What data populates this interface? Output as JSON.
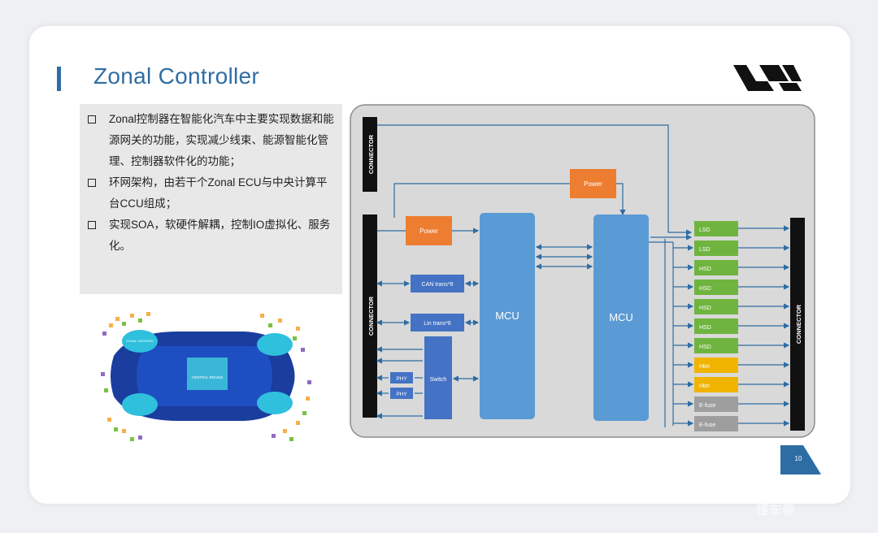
{
  "slide": {
    "title": "Zonal Controller",
    "page_number": "10",
    "watermark": "懂车帝"
  },
  "bullets": [
    {
      "text": "Zonal控制器在智能化汽车中主要实现数据和能源网关的功能，实现减少线束、能源智能化管理、控制器软件化的功能；"
    },
    {
      "text": "环网架构，由若干个Zonal ECU与中央计算平台CCU组成；"
    },
    {
      "text": "实现SOA，软硬件解耦，控制IO虚拟化、服务化。"
    }
  ],
  "car_image": {
    "zonal_label": "ZONAL GATEWAY",
    "central_label": "CENTRAL BRAINS"
  },
  "diagram": {
    "connector_label": "CONNECTOR",
    "power_label": "Power",
    "mcu_label": "MCU",
    "can_label": "CAN trans*8",
    "lin_label": "Lin trans*6",
    "switch_label": "Switch",
    "phy_label": "PHY",
    "outputs": [
      "LSD",
      "LSD",
      "HSD",
      "HSD",
      "HSD",
      "HSD",
      "HSD",
      "Hbri",
      "Hbri",
      "E-fuse",
      "E-fuse"
    ],
    "colors": {
      "green": "#6fb43f",
      "yellow": "#f0b400",
      "grey": "#9e9e9e",
      "blue": "#5b9bd5",
      "dark_blue": "#4472c4",
      "orange": "#ed7d31"
    }
  }
}
